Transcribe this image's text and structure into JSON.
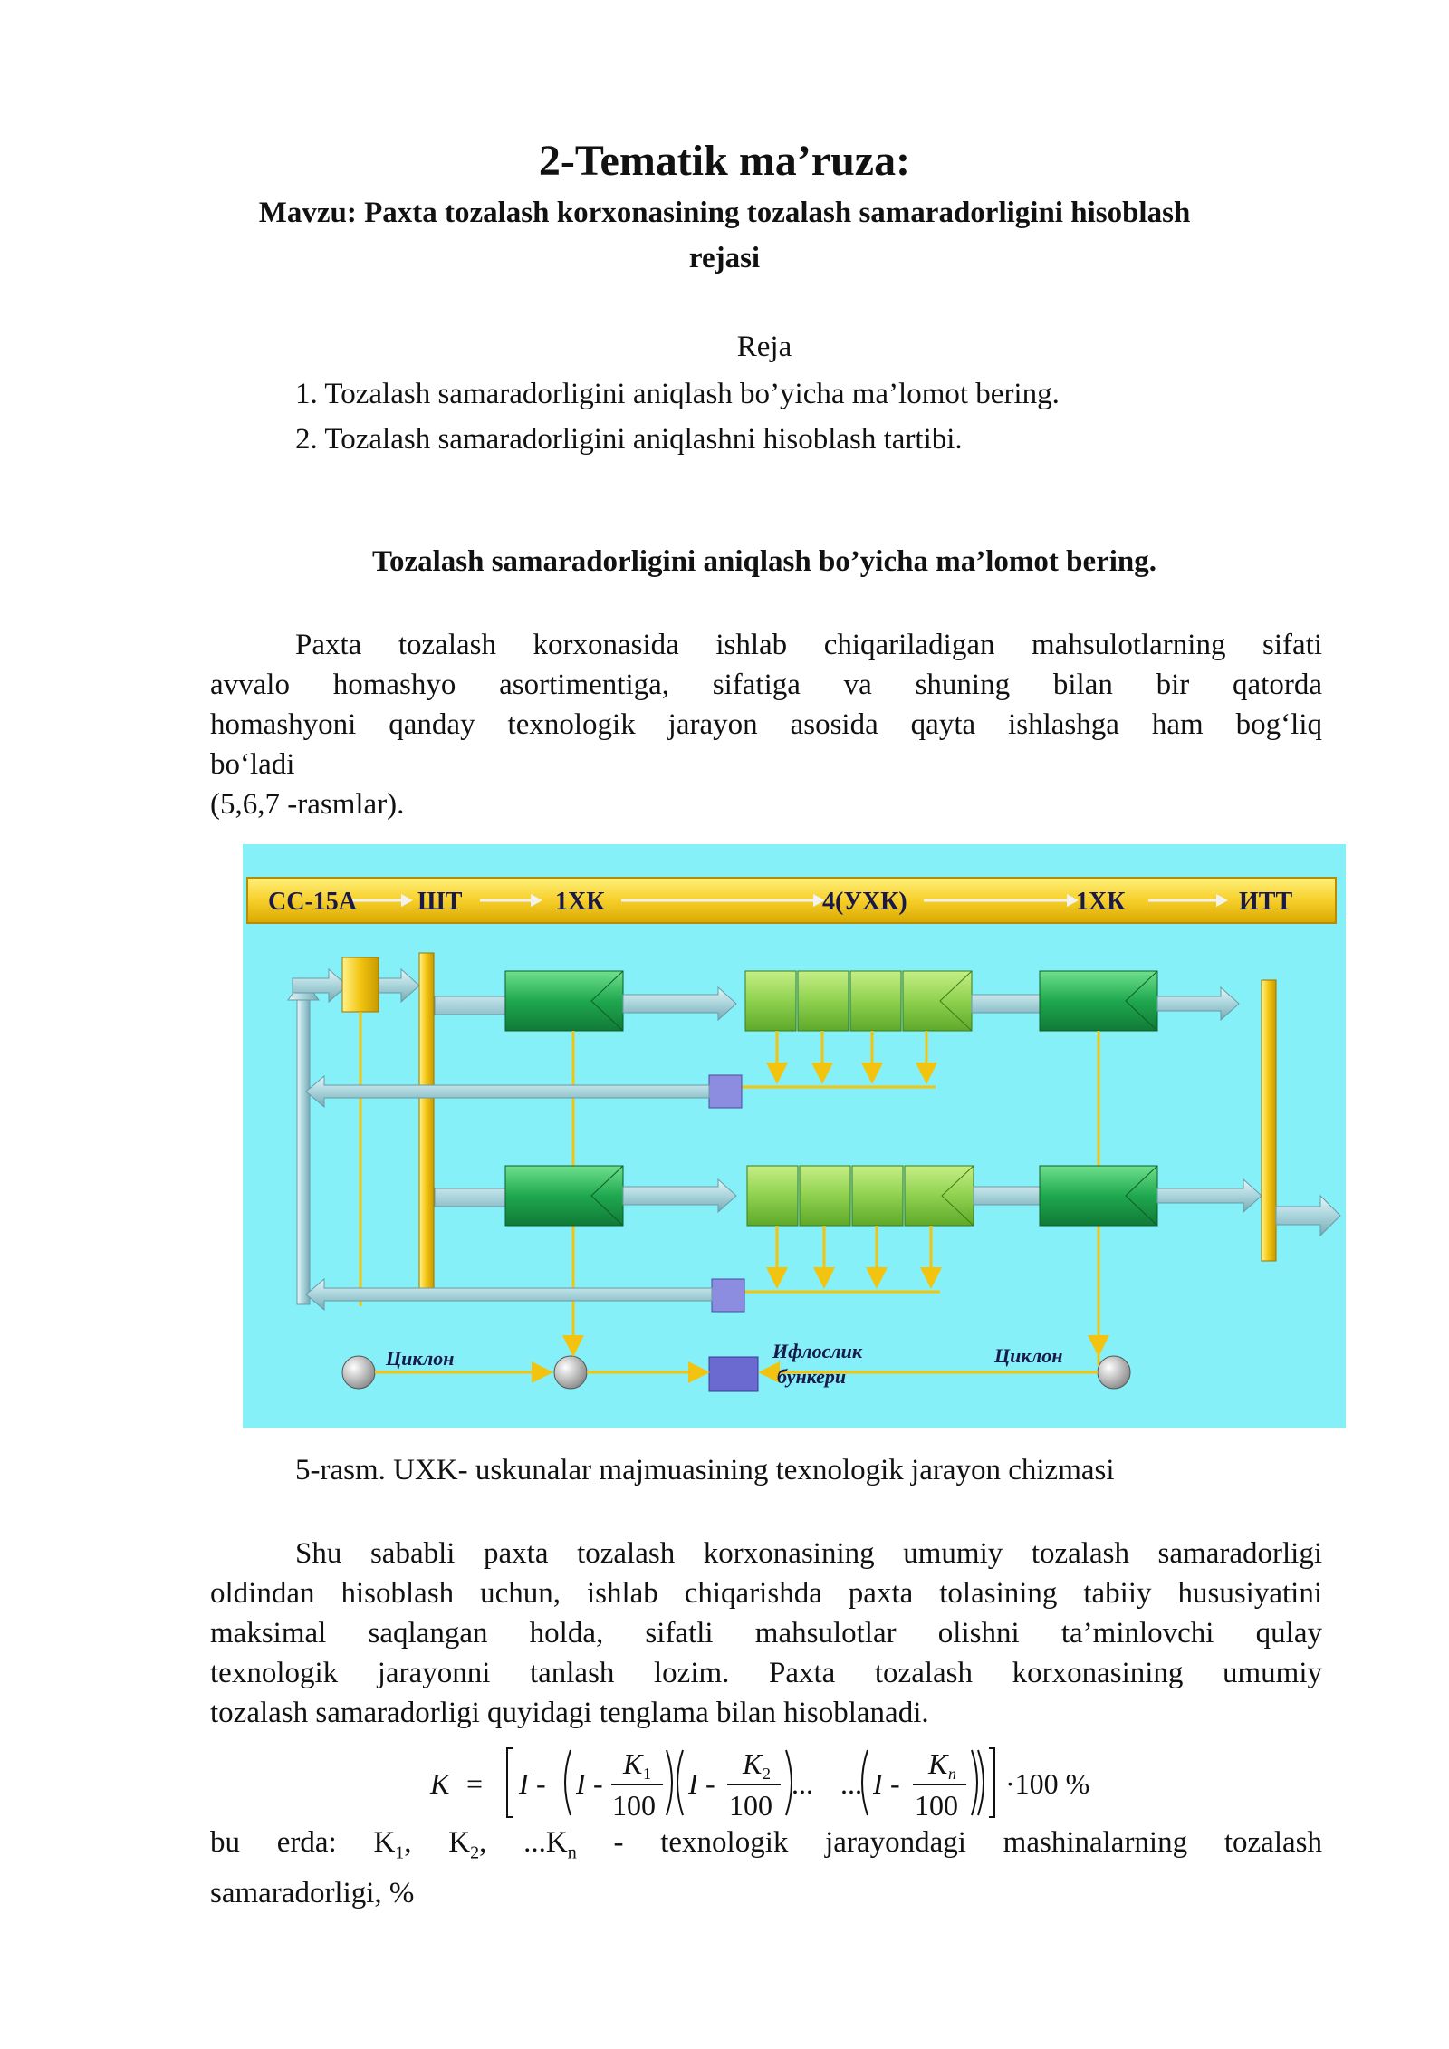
{
  "doc": {
    "title": "2-Tematik ma’ruza:",
    "subtitle_line1": "Mavzu: Paxta tozalash korxonasining tozalash samaradorligini hisoblash",
    "subtitle_line2": "rejasi",
    "plan_heading": "Reja",
    "plan_items": [
      "1. Tozalash samaradorligini aniqlash bo’yicha ma’lomot bering.",
      "2. Tozalash samaradorligini aniqlashni hisoblash tartibi."
    ],
    "section_heading": "Tozalash samaradorligini aniqlash bo’yicha ma’lomot bering.",
    "para1_line1": "Paxta tozalash korxonasida ishlab chiqariladigan mahsulotlarning sifati",
    "para1_line2": "avvalo homashyo asortimentiga, sifatiga va shuning bilan bir qatorda",
    "para1_line3": "homashyoni qanday texnologik jarayon asosida qayta ishlashga ham bog‘liq",
    "para1_line4": "bo‘ladi",
    "para1_line5": "(5,6,7 -rasmlar).",
    "figure_caption": "5-rasm. UXK- uskunalar majmuasining texnologik jarayon chizmasi",
    "para2_line1": "Shu sababli paxta tozalash korxonasining umumiy tozalash samaradorligi",
    "para2_line2": "oldindan hisoblash uchun, ishlab chiqarishda paxta tolasining tabiiy hususiyatini",
    "para2_line3": "maksimal saqlangan holda, sifatli mahsulotlar olishni ta’minlovchi qulay",
    "para2_line4": "texnologik jarayonni tanlash lozim. Paxta tozalash korxonasining umumiy",
    "para2_line5": "tozalash samaradorligi quyidagi tenglama bilan hisoblanadi.",
    "formula": {
      "lhs": "K",
      "eq": "=",
      "one": "I",
      "minus": "-",
      "k1": "K",
      "k1_sub": "1",
      "k2": "K",
      "k2_sub": "2",
      "kn": "K",
      "kn_sub": "n",
      "denom": "100",
      "ellipsis": "...",
      "times100": "·100 %"
    },
    "note_line1_a": "bu erda: K",
    "note_sub1": "1",
    "note_mid1": ", K",
    "note_sub2": "2",
    "note_mid2": ", ...K",
    "note_subn": "n",
    "note_line1_b": " - texnologik jarayondagi mashinalarning tozalash",
    "note_line2": "samaradorligi, %"
  },
  "diagram": {
    "header_labels": [
      "СС-15А",
      "ШТ",
      "1ХК",
      "4(УХК)",
      "1ХК",
      "ИТТ"
    ],
    "label_cyclone_left": "Циклон",
    "label_cyclone_right": "Циклон",
    "label_bunker_1": "Ифлослик",
    "label_bunker_2": "бункери",
    "colors": {
      "background": "#86f0f8",
      "header_bar": "#f7cf2a",
      "cleaner_dark": "#1fa84f",
      "cleaner_light": "#8fd14f",
      "conveyor": "#f2c410",
      "arrow": "#a9d4dc",
      "bunker": "#7b7bd6"
    }
  }
}
